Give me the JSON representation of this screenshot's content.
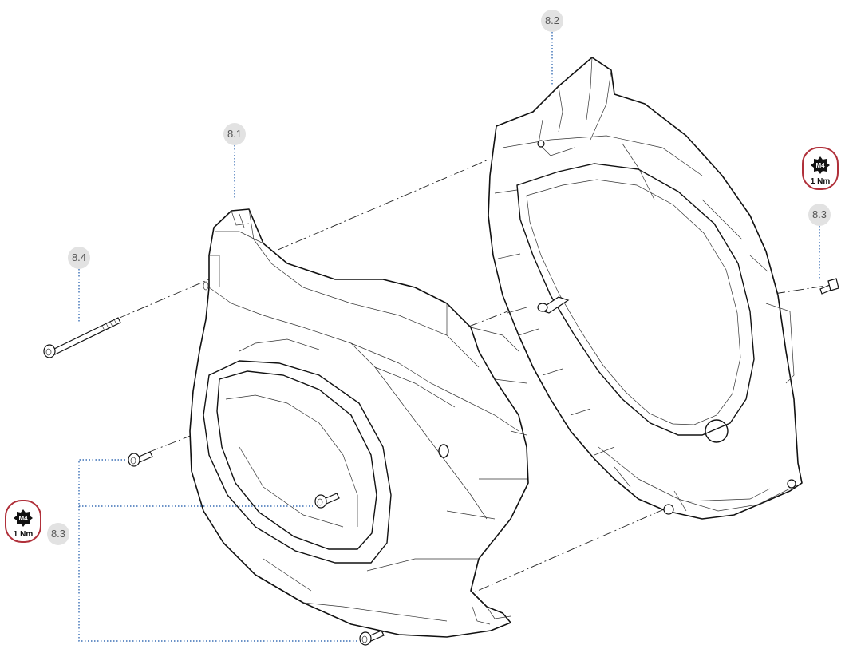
{
  "diagram": {
    "callouts": {
      "part_8_1": "8.1",
      "part_8_2": "8.2",
      "part_8_3_right": "8.3",
      "part_8_3_left": "8.3",
      "part_8_4": "8.4"
    },
    "torque_badges": {
      "right": {
        "size": "M4",
        "torque": "1 Nm"
      },
      "left": {
        "size": "M4",
        "torque": "1 Nm"
      }
    },
    "colors": {
      "leader": "#3a6fb5",
      "badge_ring": "#b0303a",
      "callout_bubble": "#e2e2e2",
      "line": "#111111"
    }
  }
}
